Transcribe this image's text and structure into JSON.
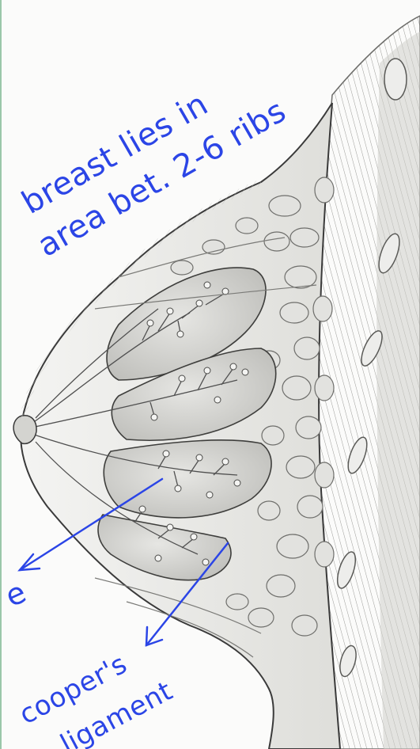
{
  "annotations": {
    "note_line_1": "breast lies in",
    "note_line_2": "area bet. 2-6 ribs",
    "arrow_left_partial_label": "e",
    "coopers_ligament_line_1": "cooper's",
    "coopers_ligament_line_2": "ligament"
  },
  "colors": {
    "annotation_ink": "#2b45e6",
    "pencil_dark": "#3a3a3a",
    "pencil_mid": "#8a8a8a",
    "pencil_light": "#c9c9c7",
    "frame_green": "#9ac7a9"
  },
  "icons": [
    "arrow-down-left-icon",
    "arrow-down-left-icon"
  ]
}
